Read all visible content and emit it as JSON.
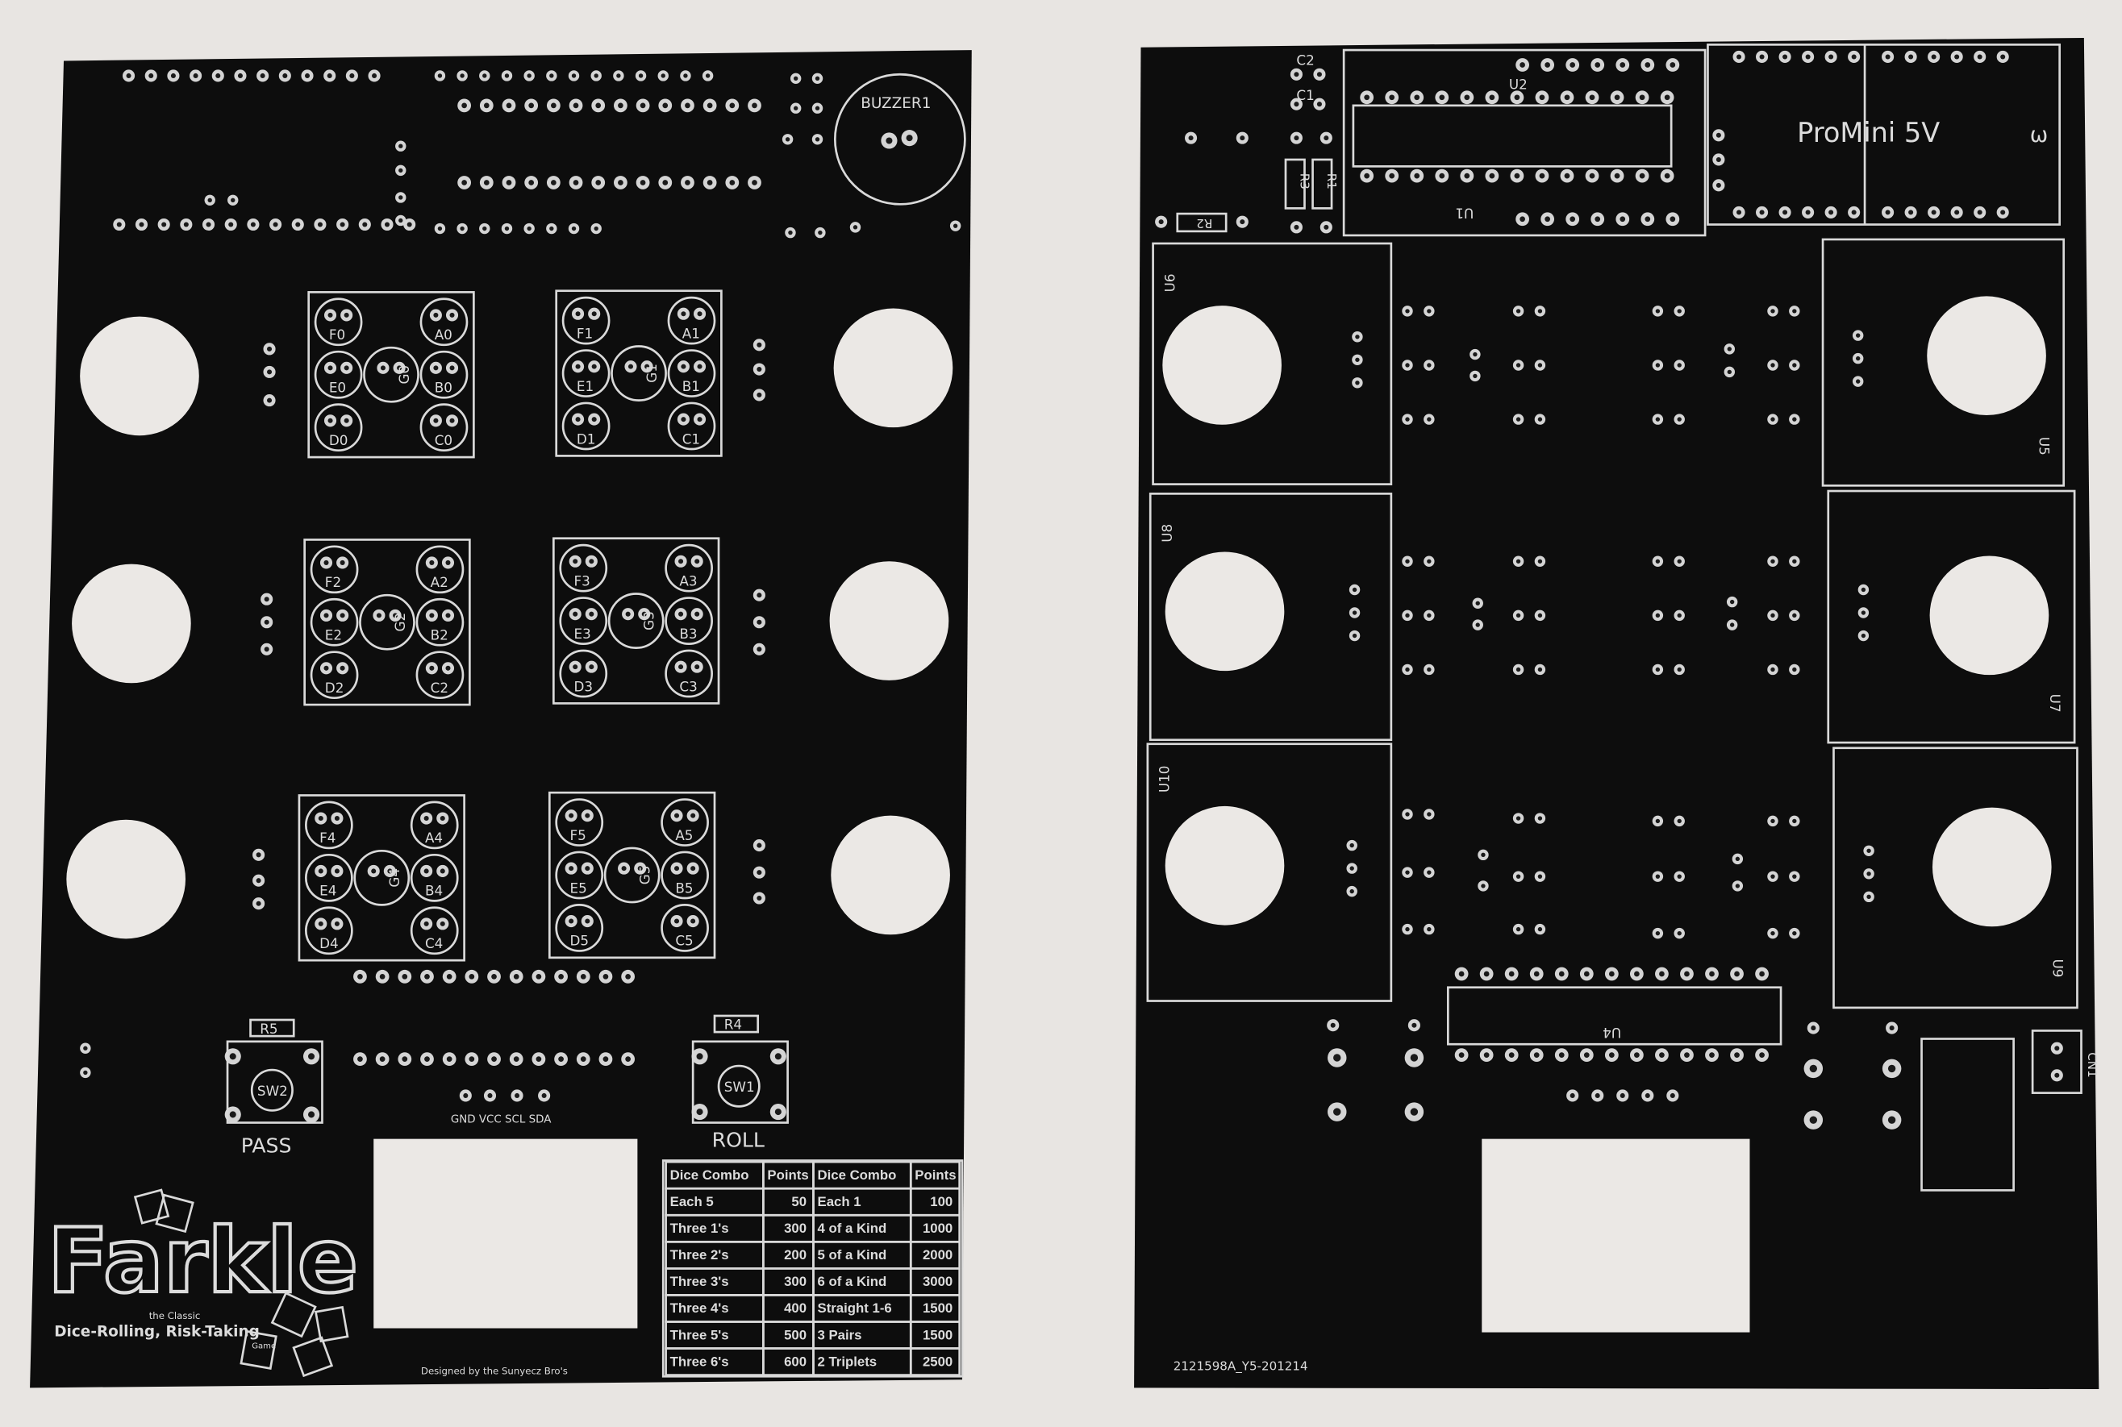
{
  "colors": {
    "background": "#e8e5e2",
    "board": "#0d0d0d",
    "silkscreen": "#dcdcdc"
  },
  "left_board": {
    "buzzer_label": "BUZZER1",
    "dice": [
      {
        "labels": [
          "F0",
          "A0",
          "E0",
          "B0",
          "D0",
          "C0",
          "G0"
        ]
      },
      {
        "labels": [
          "F1",
          "A1",
          "E1",
          "B1",
          "D1",
          "C1",
          "G1"
        ]
      },
      {
        "labels": [
          "F2",
          "A2",
          "E2",
          "B2",
          "D2",
          "C2",
          "G2"
        ]
      },
      {
        "labels": [
          "F3",
          "A3",
          "E3",
          "B3",
          "D3",
          "C3",
          "G3"
        ]
      },
      {
        "labels": [
          "F4",
          "A4",
          "E4",
          "B4",
          "D4",
          "C4",
          "G4"
        ]
      },
      {
        "labels": [
          "F5",
          "A5",
          "E5",
          "B5",
          "D5",
          "C5",
          "G5"
        ]
      }
    ],
    "r5": "R5",
    "r4": "R4",
    "sw2": "SW2",
    "sw1": "SW1",
    "pass_label": "PASS",
    "roll_label": "ROLL",
    "i2c_label": "GND VCC SCL SDA",
    "logo": {
      "title": "Farkle",
      "line1": "the Classic",
      "line2": "Dice-Rolling, Risk-Taking",
      "line3": "Game"
    },
    "designed_by": "Designed by the Sunyecz Bro's",
    "score_table": {
      "headers": [
        "Dice Combo",
        "Points",
        "Dice Combo",
        "Points"
      ],
      "rows": [
        [
          "Each 5",
          "50",
          "Each 1",
          "100"
        ],
        [
          "Three 1's",
          "300",
          "4 of a Kind",
          "1000"
        ],
        [
          "Three 2's",
          "200",
          "5 of a Kind",
          "2000"
        ],
        [
          "Three 3's",
          "300",
          "6 of a Kind",
          "3000"
        ],
        [
          "Three 4's",
          "400",
          "Straight 1-6",
          "1500"
        ],
        [
          "Three 5's",
          "500",
          "3 Pairs",
          "1500"
        ],
        [
          "Three 6's",
          "600",
          "2 Triplets",
          "2500"
        ]
      ]
    }
  },
  "right_board": {
    "c2": "C2",
    "c1": "C1",
    "r3": "R3",
    "r1": "R1",
    "r2": "R2",
    "u2": "U2",
    "u1": "U1",
    "promini": "ProMini 5V",
    "promini_mark": "ω",
    "modules": [
      "U6",
      "U5",
      "U8",
      "U7",
      "U10",
      "U9"
    ],
    "u4": "U4",
    "cn1": "CN1",
    "board_id": "2121598A_Y5-201214"
  }
}
